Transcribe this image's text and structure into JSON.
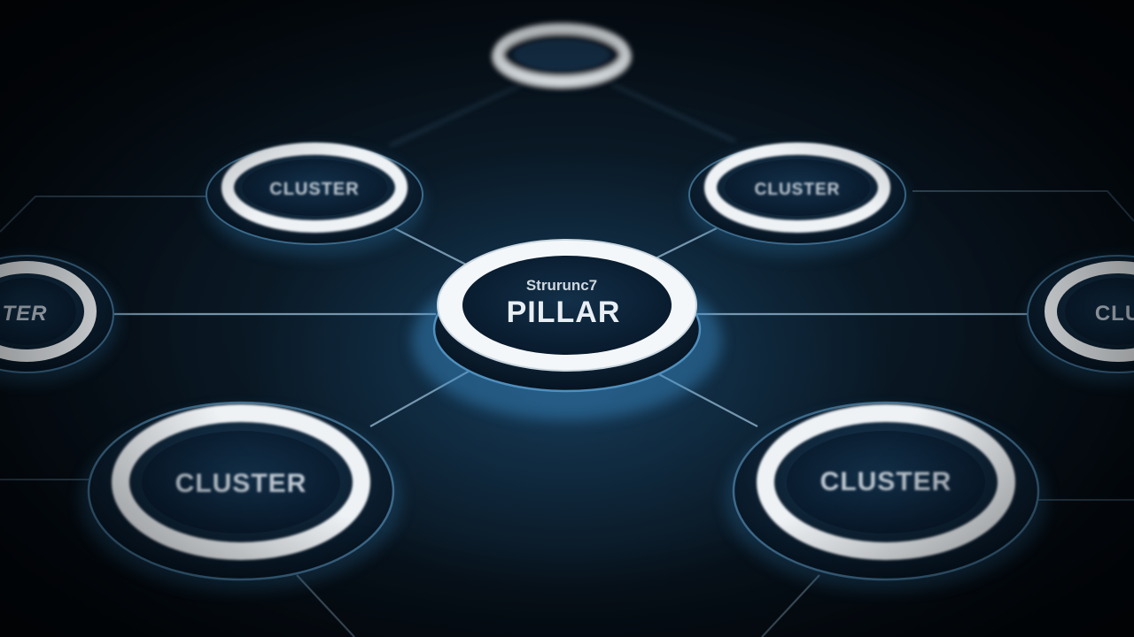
{
  "center_node": {
    "subtitle": "Strurunc7",
    "title": "PILLAR"
  },
  "nodes": {
    "top": "",
    "upper_left": "CLUSTER",
    "upper_right": "CLUSTER",
    "mid_left": "TER",
    "mid_right": "CLU",
    "lower_left": "CLUSTER",
    "lower_right": "CLUSTER"
  },
  "colors": {
    "background": "#050b12",
    "ring": "#eef2f5",
    "node_fill": "#0c2033",
    "connector": "#7fa8c4",
    "glow": "#2e78b0"
  }
}
